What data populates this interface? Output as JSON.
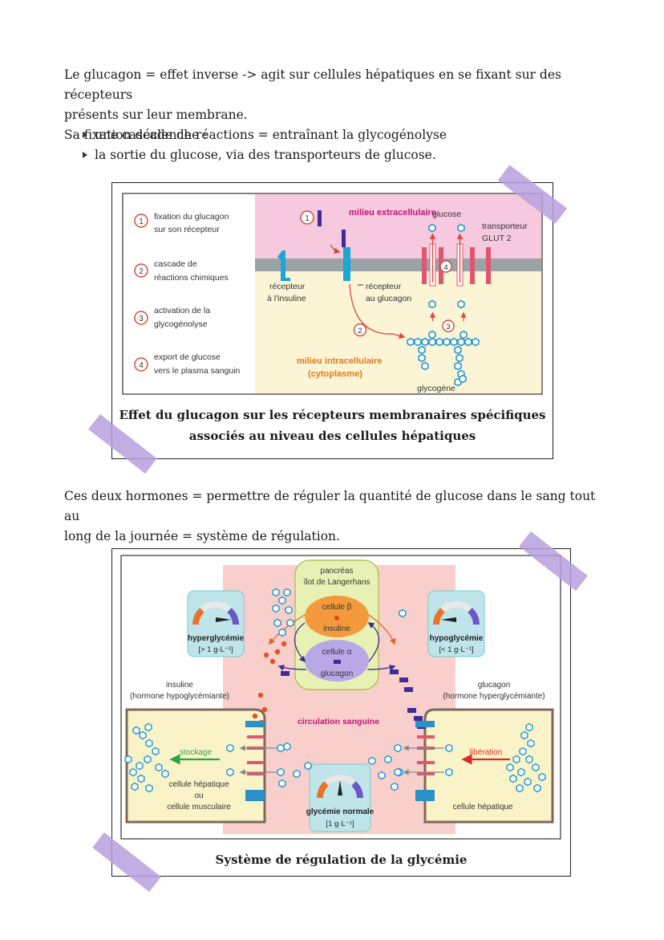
{
  "intro": {
    "line1": "Le glucagon = effet inverse -> agit sur cellules hépatiques en se fixant sur des récepteurs",
    "line2": "présents sur leur membrane.",
    "line3": "Sa fixation déclenche :",
    "bullets": [
      "une cascade de réactions = entraînant la glycogénolyse",
      "la sortie du glucose, via des transporteurs de glucose."
    ]
  },
  "figure1": {
    "steps": [
      {
        "num": "1",
        "line1": "fixation du glucagon",
        "line2": "sur son récepteur"
      },
      {
        "num": "2",
        "line1": "cascade de",
        "line2": "réactions chimiques"
      },
      {
        "num": "3",
        "line1": "activation de la",
        "line2": "glycogénolyse"
      },
      {
        "num": "4",
        "line1": "export de glucose",
        "line2": "vers le plasma sanguin"
      }
    ],
    "milieu_extra": "milieu extracellulaire",
    "glucose": "glucose",
    "transporteur": "transporteur",
    "glut2": "GLUT 2",
    "recepteur_insuline_1": "récepteur",
    "recepteur_insuline_2": "à l'insuline",
    "recepteur_glucagon_1": "récepteur",
    "recepteur_glucagon_2": "au glucagon",
    "milieu_intra_1": "milieu intracellulaire",
    "milieu_intra_2": "(cytoplasme)",
    "glycogene": "glycogène",
    "label_1": "1",
    "label_2": "2",
    "label_3": "3",
    "label_4": "4",
    "caption_line1": "Effet du glucagon sur les récepteurs membranaires spécifiques",
    "caption_line2": "associés au niveau des cellules hépatiques"
  },
  "middle": {
    "line1": "Ces deux hormones = permettre de réguler la quantité de glucose dans le sang tout au",
    "line2": "long de la journée = système de régulation."
  },
  "figure2": {
    "pancreas_1": "pancréas",
    "pancreas_2": "îlot de Langerhans",
    "cellule_beta": "cellule β",
    "insuline": "insuline",
    "cellule_alpha": "cellule α",
    "glucagon": "glucagon",
    "hyper_1": "hyperglycémie",
    "hyper_2": "[> 1 g·L⁻¹]",
    "hypo_1": "hypoglycémie",
    "hypo_2": "[< 1 g·L⁻¹]",
    "insuline_left_1": "insuline",
    "insuline_left_2": "(hormone hypoglycémiante)",
    "glucagon_right_1": "glucagon",
    "glucagon_right_2": "(hormone hyperglycémiante)",
    "circulation": "circulation sanguine",
    "stockage": "stockage",
    "liberation": "libération",
    "cell_left_1": "cellule hépatique",
    "cell_left_2": "ou",
    "cell_left_3": "cellule musculaire",
    "cell_right": "cellule hépatique",
    "normal_1": "glycémie normale",
    "normal_2": "[1 g·L⁻¹]",
    "caption": "Système de régulation de la glycémie"
  }
}
